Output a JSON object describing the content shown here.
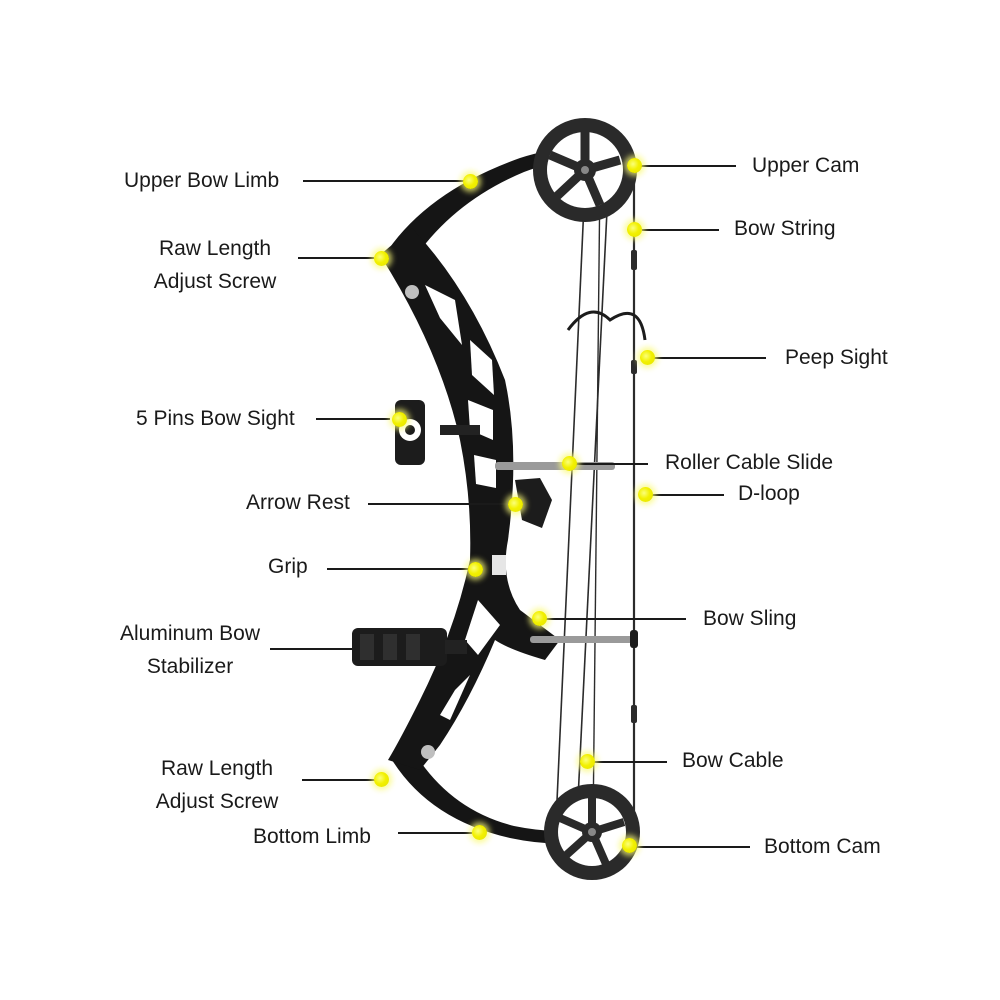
{
  "diagram": {
    "accent_dot_color": "#f2f000",
    "bow_color": "#151515",
    "string_color": "#2b2b2b",
    "labels": {
      "upper_bow_limb": "Upper Bow Limb",
      "raw_length_top_1": "Raw Length",
      "raw_length_top_2": "Adjust Screw",
      "bow_sight": "5 Pins Bow Sight",
      "arrow_rest": "Arrow Rest",
      "grip": "Grip",
      "stabilizer_1": "Aluminum Bow",
      "stabilizer_2": "Stabilizer",
      "raw_length_bottom_1": "Raw Length",
      "raw_length_bottom_2": "Adjust Screw",
      "bottom_limb": "Bottom Limb",
      "upper_cam": "Upper Cam",
      "bow_string": "Bow String",
      "peep_sight": "Peep Sight",
      "roller_cable_slide": "Roller Cable Slide",
      "d_loop": "D-loop",
      "bow_sling": "Bow Sling",
      "bow_cable": "Bow Cable",
      "bottom_cam": "Bottom Cam"
    }
  }
}
